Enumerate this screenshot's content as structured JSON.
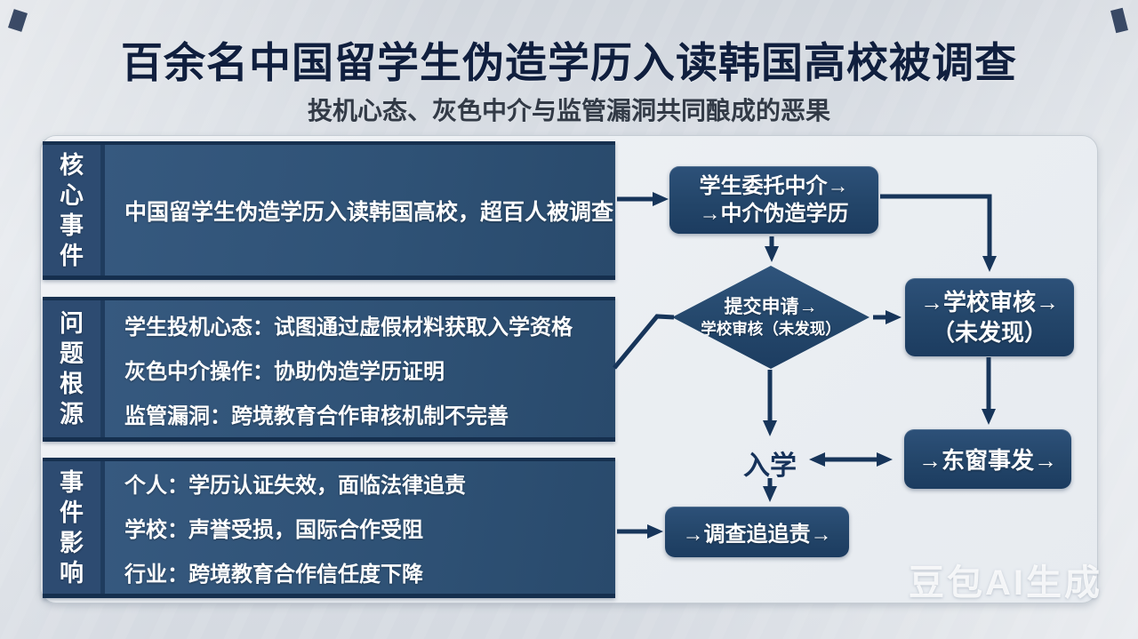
{
  "header": {
    "title": "百余名中国留学生伪造学历入读韩国高校被调查",
    "subtitle": "投机心态、灰色中介与监管漏洞共同酿成的恶果"
  },
  "sections": [
    {
      "label": "核心事件",
      "lines": [
        "中国留学生伪造学历入读韩国高校，超百人被调查"
      ]
    },
    {
      "label": "问题根源",
      "lines": [
        "学生投机心态：试图通过虚假材料获取入学资格",
        "灰色中介操作：协助伪造学历证明",
        "监管漏洞：跨境教育合作审核机制不完善"
      ]
    },
    {
      "label": "事件影响",
      "lines": [
        "个人：学历认证失效，面临法律追责",
        "学校：声誉受损，国际合作受阻",
        "行业：跨境教育合作信任度下降"
      ]
    }
  ],
  "flowchart": {
    "broker_box": {
      "line1": "学生委托中介→",
      "line2": "→中介伪造学历"
    },
    "review_diamond": {
      "line1": "提交申请→",
      "line2": "学校审核（未发现）"
    },
    "school_review_box": {
      "line1": "→学校审核→",
      "line2": "（未发现）"
    },
    "enroll_label": "入学",
    "exposure_box": {
      "label": "→东窗事发→"
    },
    "investigation_box": {
      "label": "→调查追追责→"
    }
  },
  "watermark": "豆包AI生成",
  "colors": {
    "title_navy": "#101f3e",
    "box_navy_top": "#2d5179",
    "box_navy_bottom": "#1c3c60",
    "section_label_blue": "#2d4b71",
    "section_content_blue": "#36597f",
    "arrow_navy": "#17355a",
    "panel_bg": "#f1f3f6",
    "page_bg": "#d8dde3"
  }
}
